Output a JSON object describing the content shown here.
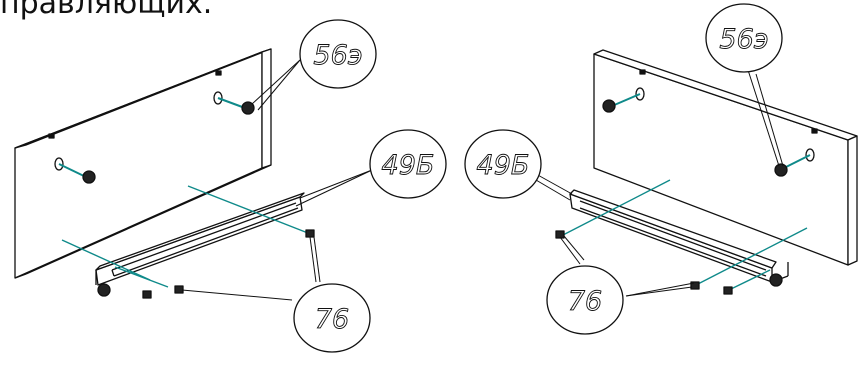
{
  "heading": "правляющих.",
  "callouts": {
    "left_panel_bracket": "56э",
    "left_guide": "49Б",
    "left_screw": "76",
    "right_panel_bracket": "56э",
    "right_guide": "49Б",
    "right_screw": "76"
  },
  "colors": {
    "line": "#111111",
    "axis": "#0f8a8a",
    "panel_fill": "#ffffff"
  }
}
